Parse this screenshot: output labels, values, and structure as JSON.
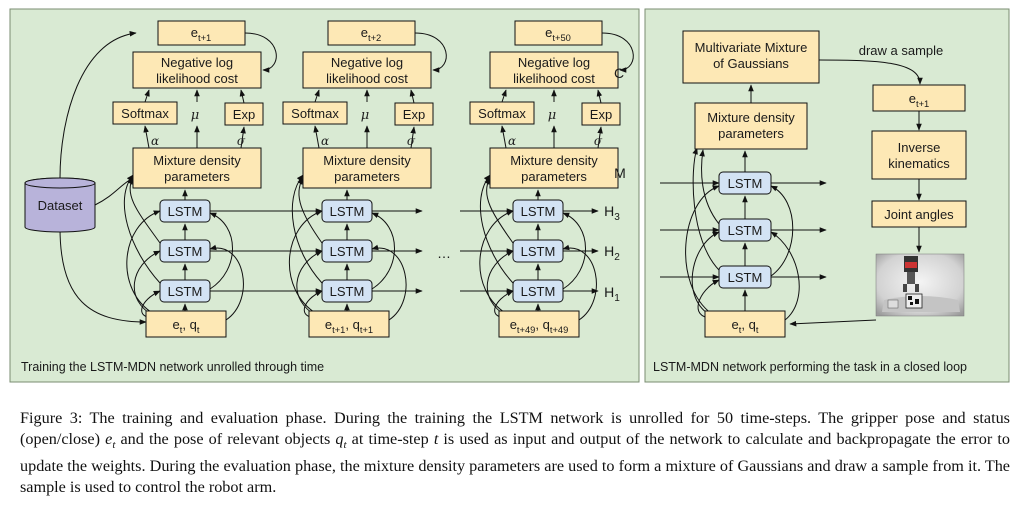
{
  "colors": {
    "panel_bg": "#d9ead3",
    "panel_border": "#7a8c72",
    "box_yellow": "#fde8b5",
    "box_blue": "#d3e3f4",
    "box_purple": "#b8b3da",
    "edge": "#111111"
  },
  "left_panel": {
    "title": "Training the LSTM-MDN network unrolled through time",
    "dataset": "Dataset",
    "columns": [
      {
        "output": {
          "base": "e",
          "sub": "t+1"
        },
        "cost": [
          "Negative log",
          "likelihood cost"
        ],
        "softmax": "Softmax",
        "mu": "μ",
        "exp": "Exp",
        "alpha": "α",
        "sigma": "σ",
        "mdp": [
          "Mixture density",
          "parameters"
        ],
        "lstm": [
          "LSTM",
          "LSTM",
          "LSTM"
        ],
        "input": [
          {
            "base": "e",
            "sub": "t"
          },
          {
            "sep": ", "
          },
          {
            "base": "q",
            "sub": "t"
          }
        ]
      },
      {
        "output": {
          "base": "e",
          "sub": "t+2"
        },
        "cost": [
          "Negative log",
          "likelihood cost"
        ],
        "softmax": "Softmax",
        "mu": "μ",
        "exp": "Exp",
        "alpha": "α",
        "sigma": "σ",
        "mdp": [
          "Mixture density",
          "parameters"
        ],
        "lstm": [
          "LSTM",
          "LSTM",
          "LSTM"
        ],
        "input": [
          {
            "base": "e",
            "sub": "t+1"
          },
          {
            "sep": ", "
          },
          {
            "base": "q",
            "sub": "t+1"
          }
        ]
      },
      {
        "output": {
          "base": "e",
          "sub": "t+50"
        },
        "cost": [
          "Negative log",
          "likelihood cost"
        ],
        "softmax": "Softmax",
        "mu": "μ",
        "exp": "Exp",
        "alpha": "α",
        "sigma": "σ",
        "mdp": [
          "Mixture density",
          "parameters"
        ],
        "lstm": [
          "LSTM",
          "LSTM",
          "LSTM"
        ],
        "input": [
          {
            "base": "e",
            "sub": "t+49"
          },
          {
            "sep": ", "
          },
          {
            "base": "q",
            "sub": "t+49"
          }
        ]
      }
    ],
    "ellipsis": "…",
    "side_labels": {
      "C": "C",
      "M": "M",
      "H3": {
        "base": "H",
        "sub": "3"
      },
      "H2": {
        "base": "H",
        "sub": "2"
      },
      "H1": {
        "base": "H",
        "sub": "1"
      }
    }
  },
  "right_panel": {
    "title": "LSTM-MDN network performing the task in a closed loop",
    "mixture": [
      "Multivariate Mixture",
      "of Gaussians"
    ],
    "draw": "draw a sample",
    "sample": {
      "base": "e",
      "sub": "t+1"
    },
    "ik": [
      "Inverse",
      "kinematics"
    ],
    "joints": "Joint angles",
    "mdp": [
      "Mixture density",
      "parameters"
    ],
    "lstm": [
      "LSTM",
      "LSTM",
      "LSTM"
    ],
    "input": [
      {
        "base": "e",
        "sub": "t"
      },
      {
        "sep": ", "
      },
      {
        "base": "q",
        "sub": "t"
      }
    ]
  },
  "caption": [
    {
      "t": "Figure 3: The training and evaluation phase. During the training the LSTM network is unrolled for 50 time-steps. The gripper pose and status (open/close) "
    },
    {
      "m": "e",
      "sub": "t"
    },
    {
      "t": " and the pose of relevant objects "
    },
    {
      "m": "q",
      "sub": "t"
    },
    {
      "t": " at time-step "
    },
    {
      "m": "t"
    },
    {
      "t": " is used as input and output of the network to calculate and backpropagate the error to update the weights. During the evaluation phase, the mixture density parameters are used to form a mixture of Gaussians and draw a sample from it. The sample is used to control the robot arm."
    }
  ]
}
